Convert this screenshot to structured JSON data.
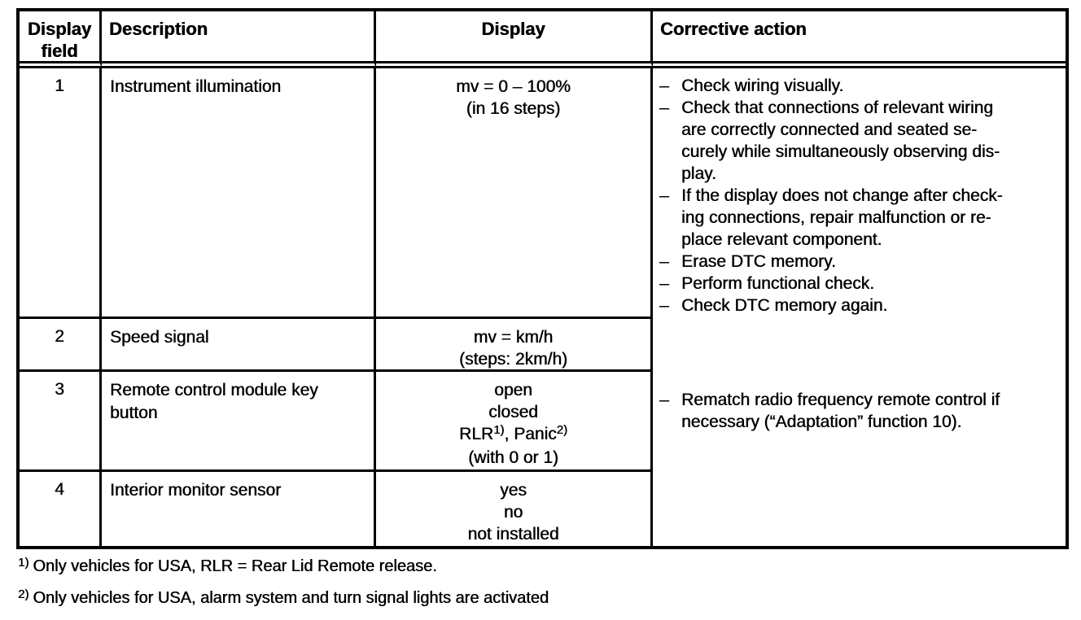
{
  "table": {
    "headers": {
      "display_field_line1": "Display",
      "display_field_line2": "field",
      "description": "Description",
      "display": "Display",
      "corrective_action": "Corrective action"
    },
    "rows": [
      {
        "field": "1",
        "description_lines": [
          "Instrument illumination"
        ],
        "display_lines": [
          "mv = 0 – 100%",
          "(in 16 steps)"
        ]
      },
      {
        "field": "2",
        "description_lines": [
          "Speed signal"
        ],
        "display_lines": [
          "mv = km/h",
          "(steps: 2km/h)"
        ]
      },
      {
        "field": "3",
        "description_lines": [
          "Remote control module key",
          "button"
        ],
        "display_parts": {
          "line1": "open",
          "line2": "closed",
          "line3_rlr": "RLR",
          "line3_sup1": "1)",
          "line3_mid": ", Panic",
          "line3_sup2": "2)",
          "line4": "(with 0 or 1)"
        }
      },
      {
        "field": "4",
        "description_lines": [
          "Interior monitor sensor"
        ],
        "display_lines": [
          "yes",
          "no",
          "not installed"
        ]
      }
    ],
    "corrective": {
      "bullet": "–",
      "group1": [
        {
          "lines": [
            "Check wiring visually."
          ]
        },
        {
          "lines": [
            "Check that connections of relevant wiring",
            "are correctly connected and seated se-",
            "curely while simultaneously observing dis-",
            "play."
          ]
        },
        {
          "lines": [
            "If the display does not change after check-",
            "ing connections, repair malfunction or re-",
            "place relevant component."
          ]
        },
        {
          "lines": [
            "Erase DTC memory."
          ]
        },
        {
          "lines": [
            "Perform functional check."
          ]
        },
        {
          "lines": [
            "Check DTC memory again."
          ]
        }
      ],
      "group2": [
        {
          "lines": [
            "Rematch radio frequency remote control if",
            "necessary (“Adaptation” function 10)."
          ]
        }
      ]
    }
  },
  "footnotes": [
    {
      "sup": "1)",
      "text": "Only vehicles for USA, RLR = Rear Lid Remote release."
    },
    {
      "sup": "2)",
      "text": "Only vehicles for USA, alarm system and turn signal lights are activated"
    }
  ]
}
